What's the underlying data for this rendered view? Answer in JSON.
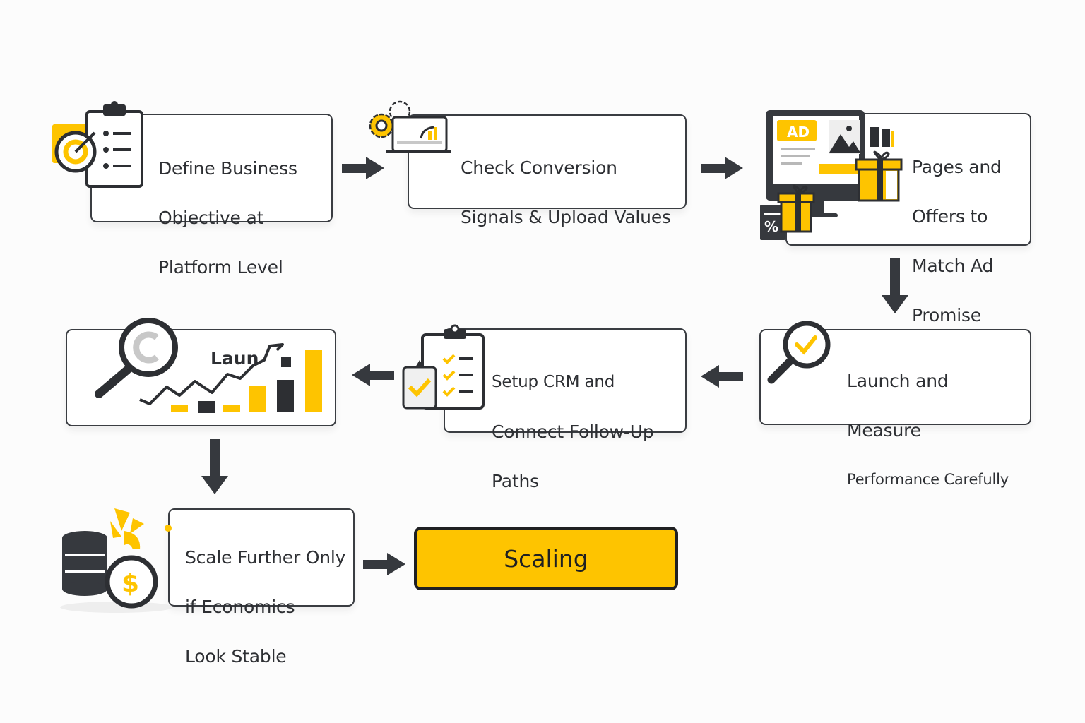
{
  "diagram": {
    "type": "process-flow",
    "colors": {
      "accent": "#fec400",
      "dark": "#36393e",
      "border": "#3a3d42",
      "background": "#fcfcfc"
    },
    "steps": [
      {
        "id": 1,
        "lines": [
          "Define Business",
          "Objective at",
          "Platform Level"
        ],
        "icon": "clipboard-target-icon"
      },
      {
        "id": 2,
        "lines": [
          "Check Conversion",
          "Signals & Upload Values"
        ],
        "icon": "gear-laptop-chart-icon"
      },
      {
        "id": 3,
        "lines": [
          "Pages and",
          "Offers to",
          "Match Ad",
          "Promise"
        ],
        "icon": "monitor-ad-gift-icon",
        "icon_text": {
          "ad": "AD",
          "percent": "%"
        }
      },
      {
        "id": 4,
        "lines": [
          "Launch and",
          "Measure",
          "Performance Carefully"
        ],
        "icon": "magnifier-check-icon"
      },
      {
        "id": 5,
        "lines": [
          "Setup CRM and",
          "Connect Follow-Up",
          "Paths"
        ],
        "icon": "clipboard-checklist-icon"
      },
      {
        "id": 6,
        "lines": [],
        "icon": "magnifier-growth-chart-icon",
        "icon_text": {
          "label": "Laun"
        }
      },
      {
        "id": 7,
        "lines": [
          "Scale Further Only",
          "if Economics",
          "Look Stable"
        ],
        "icon": "database-coin-icon",
        "icon_text": {
          "currency": "$"
        }
      }
    ],
    "final": {
      "label": "Scaling"
    },
    "connections": [
      {
        "from": 1,
        "to": 2,
        "direction": "right"
      },
      {
        "from": 2,
        "to": 3,
        "direction": "right"
      },
      {
        "from": 3,
        "to": 4,
        "direction": "down"
      },
      {
        "from": 4,
        "to": 5,
        "direction": "left"
      },
      {
        "from": 5,
        "to": 6,
        "direction": "left"
      },
      {
        "from": 6,
        "to": 7,
        "direction": "down"
      },
      {
        "from": 7,
        "to": "final",
        "direction": "right"
      }
    ]
  }
}
